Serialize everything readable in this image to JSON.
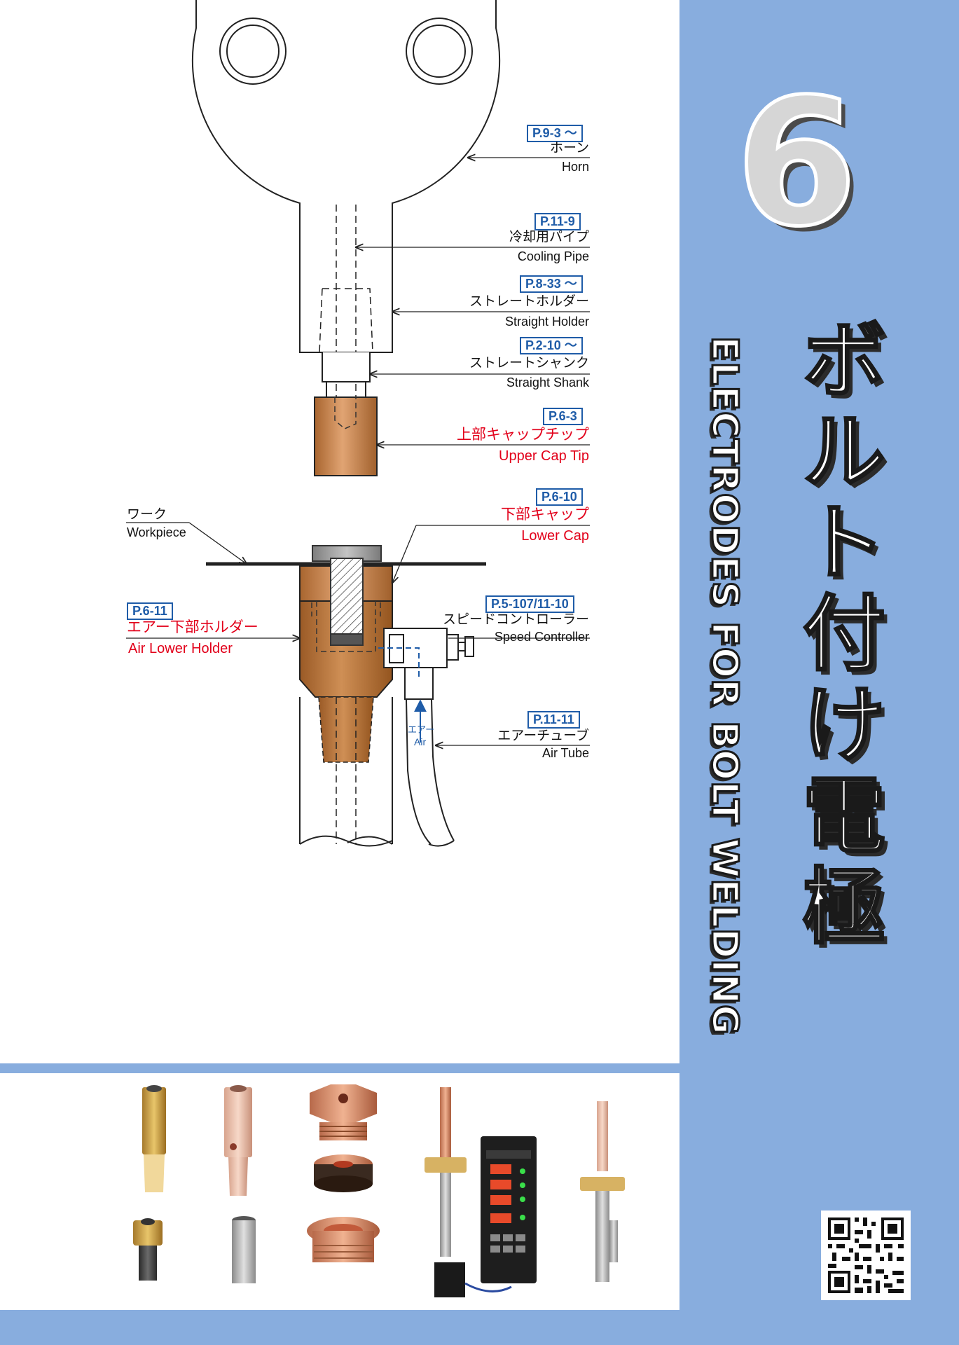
{
  "chapter": {
    "number": "6",
    "title_jp": "ボルト付け電極",
    "title_en": "ELECTRODES FOR BOLT WELDING"
  },
  "callouts": {
    "horn": {
      "ref": "P.9-3 ～",
      "jp": "ホーン",
      "en": "Horn"
    },
    "cooling_pipe": {
      "ref": "P.11-9",
      "jp": "冷却用パイプ",
      "en": "Cooling Pipe"
    },
    "straight_holder": {
      "ref": "P.8-33 ～",
      "jp": "ストレートホルダー",
      "en": "Straight Holder"
    },
    "straight_shank": {
      "ref": "P.2-10 ～",
      "jp": "ストレートシャンク",
      "en": "Straight Shank"
    },
    "upper_cap_tip": {
      "ref": "P.6-3",
      "jp": "上部キャップチップ",
      "en": "Upper Cap Tip"
    },
    "lower_cap": {
      "ref": "P.6-10",
      "jp": "下部キャップ",
      "en": "Lower Cap"
    },
    "workpiece": {
      "jp": "ワーク",
      "en": "Workpiece"
    },
    "air_lower_holder": {
      "ref": "P.6-11",
      "jp": "エアー下部ホルダー",
      "en": "Air Lower Holder"
    },
    "speed_controller": {
      "ref": "P.5-107/11-10",
      "jp": "スピードコントローラー",
      "en": "Speed Controller"
    },
    "air_tube": {
      "ref": "P.11-11",
      "jp": "エアーチューブ",
      "en": "Air Tube"
    },
    "air_flow": {
      "jp": "エアー",
      "en": "Air"
    }
  },
  "colors": {
    "band": "#88ADDE",
    "ref_blue": "#1f5ca8",
    "highlight_red": "#e2001a",
    "copper": "#C8874F"
  }
}
